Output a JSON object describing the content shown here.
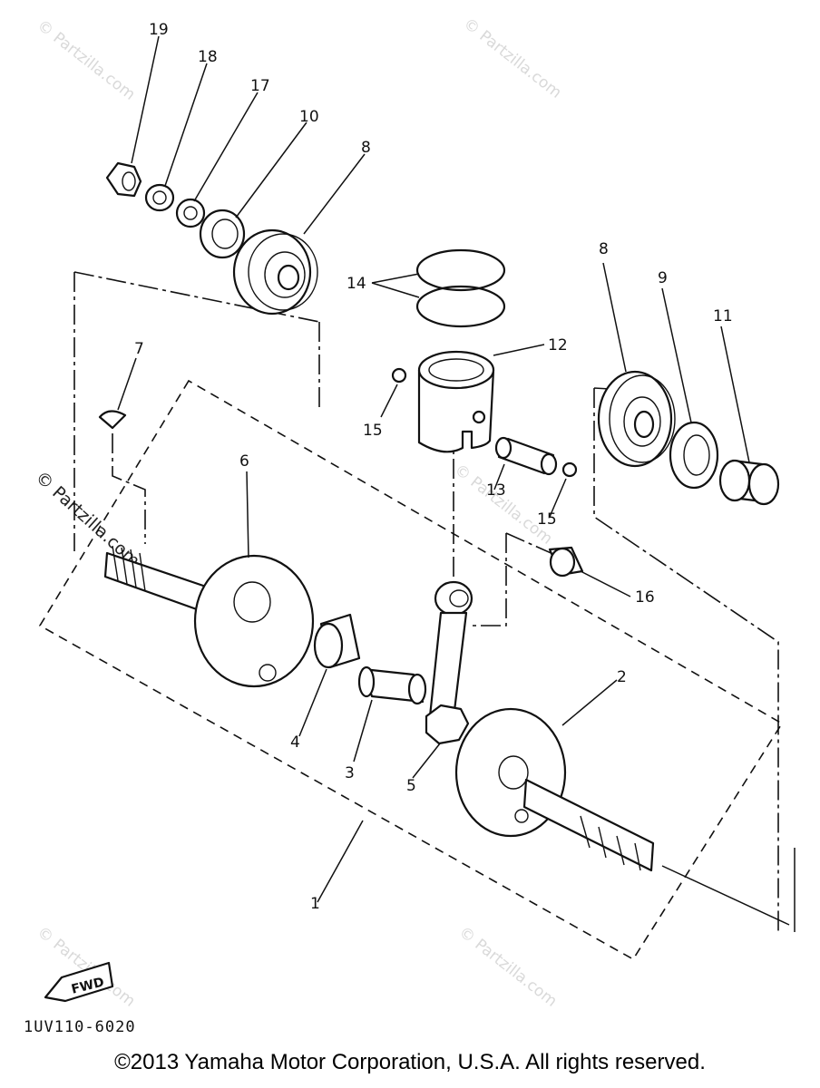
{
  "diagram": {
    "callouts": {
      "p1": "1",
      "p2": "2",
      "p3": "3",
      "p4": "4",
      "p5": "5",
      "p6": "6",
      "p7": "7",
      "p8a": "8",
      "p8b": "8",
      "p9": "9",
      "p10": "10",
      "p11": "11",
      "p12": "12",
      "p13": "13",
      "p14": "14",
      "p15a": "15",
      "p15b": "15",
      "p16": "16",
      "p17": "17",
      "p18": "18",
      "p19": "19"
    },
    "fwd_label": "FWD",
    "diagram_code": "1UV110-6020",
    "watermark": "© Partzilla.com",
    "watermark_large": "© Partzilla.com"
  },
  "footer": {
    "copyright": "©2013 Yamaha Motor Corporation, U.S.A. All rights reserved."
  }
}
